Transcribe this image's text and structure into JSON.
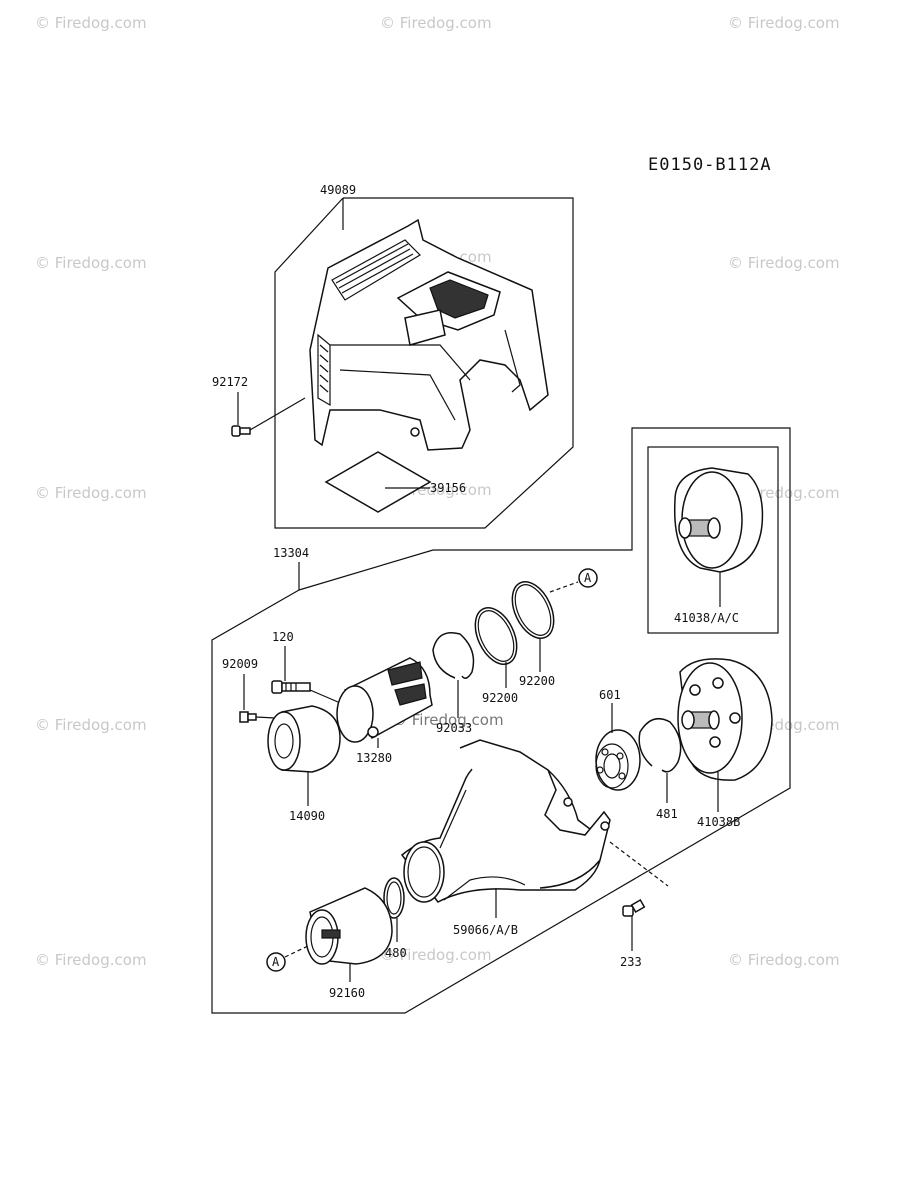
{
  "diagram_code": "E0150-B112A",
  "part_labels": {
    "p49089": "49089",
    "p92172": "92172",
    "p39156": "39156",
    "p13304": "13304",
    "p120": "120",
    "p92009": "92009",
    "p14090": "14090",
    "p13280": "13280",
    "p92033": "92033",
    "p92200a": "92200",
    "p92200b": "92200",
    "p601": "601",
    "p481": "481",
    "p41038B": "41038B",
    "p41038AC": "41038/A/C",
    "p59066": "59066/A/B",
    "p233": "233",
    "p480": "480",
    "p92160": "92160"
  },
  "ref_marker": "A",
  "watermark": "© Firedog.com"
}
